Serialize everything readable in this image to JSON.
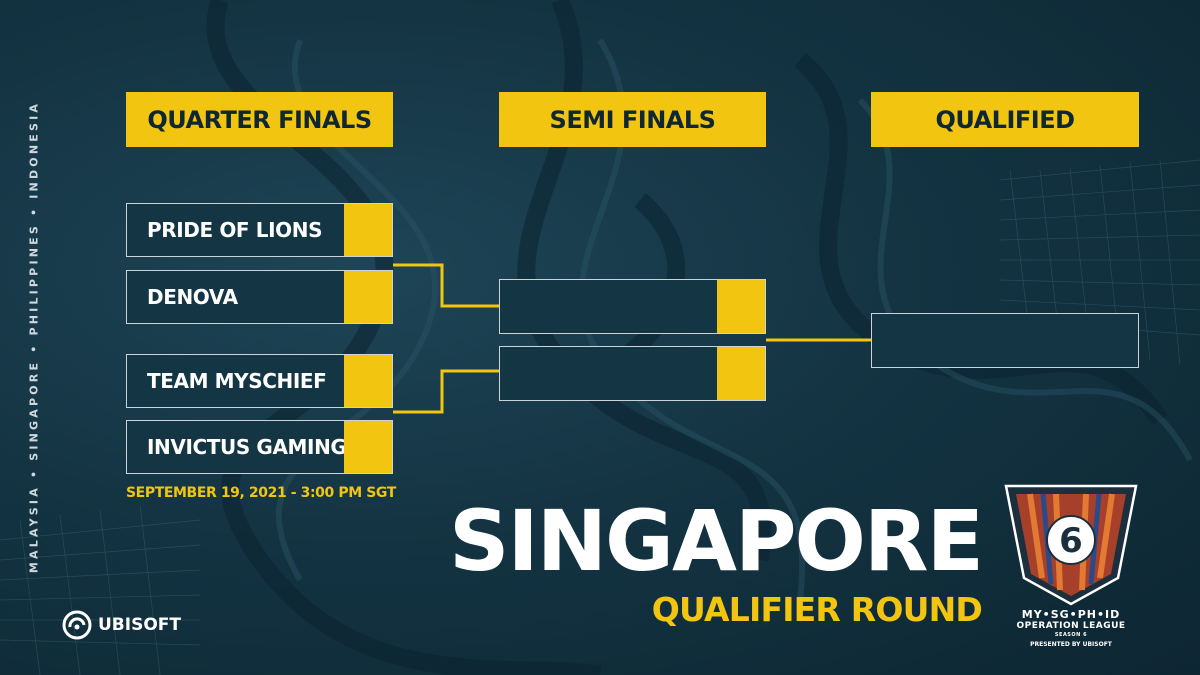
{
  "side_text": "MALAYSIA • SINGAPORE • PHILIPPINES • INDONESIA",
  "headers": {
    "quarter": "QUARTER FINALS",
    "semi": "SEMI FINALS",
    "qualified": "QUALIFIED"
  },
  "quarter_finals": [
    {
      "name": "PRIDE OF LIONS"
    },
    {
      "name": "DENOVA"
    },
    {
      "name": "TEAM MYSCHIEF"
    },
    {
      "name": "INVICTUS GAMING"
    }
  ],
  "date": "SEPTEMBER 19, 2021 - 3:00 PM SGT",
  "title": {
    "city": "SINGAPORE",
    "round": "QUALIFIER ROUND"
  },
  "brand": {
    "publisher": "UBISOFT"
  },
  "league": {
    "countries": "MY•SG•PH•ID",
    "name": "OPERATION LEAGUE",
    "season": "SEASON 6",
    "presented": "PRESENTED BY UBISOFT"
  },
  "colors": {
    "accent": "#f2c511",
    "background": "#143443",
    "text": "#ffffff"
  }
}
